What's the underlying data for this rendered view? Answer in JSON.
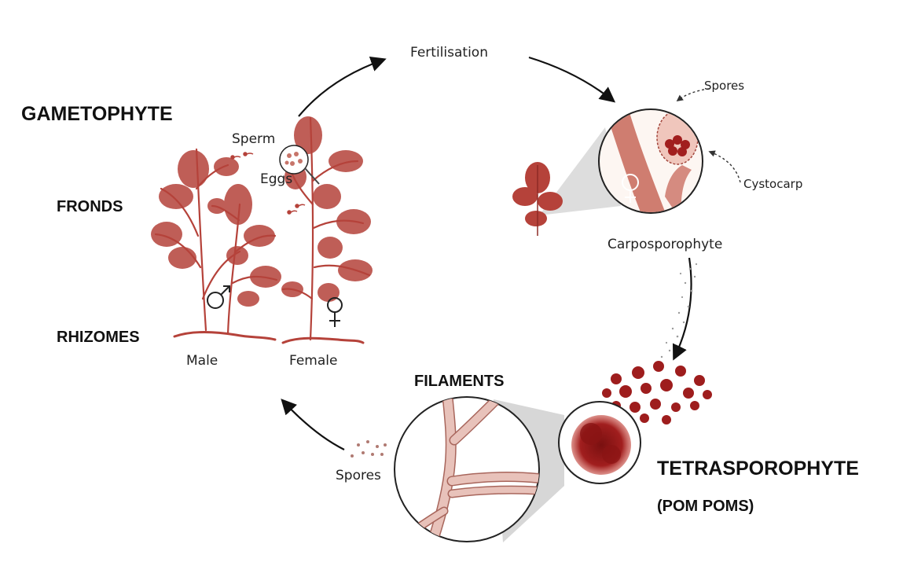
{
  "labels": {
    "gametophyte": "GAMETOPHYTE",
    "fronds": "FRONDS",
    "rhizomes": "RHIZOMES",
    "filaments": "FILAMENTS",
    "tetrasporophyte": "TETRASPOROPHYTE",
    "pom_poms": "(POM POMS)",
    "fertilisation": "Fertilisation",
    "spores_top": "Spores",
    "cystocarp": "Cystocarp",
    "carposporophyte": "Carposporophyte",
    "sperm": "Sperm",
    "eggs": "Eggs",
    "male": "Male",
    "female": "Female",
    "spores_bottom": "Spores"
  },
  "colors": {
    "seaweed": "#b5423a",
    "seaweed_dark": "#8e2a25",
    "pom": "#9e1d1d",
    "filament": "#e8c2ba",
    "arrow": "#111111",
    "stalk": "#d58b80"
  }
}
